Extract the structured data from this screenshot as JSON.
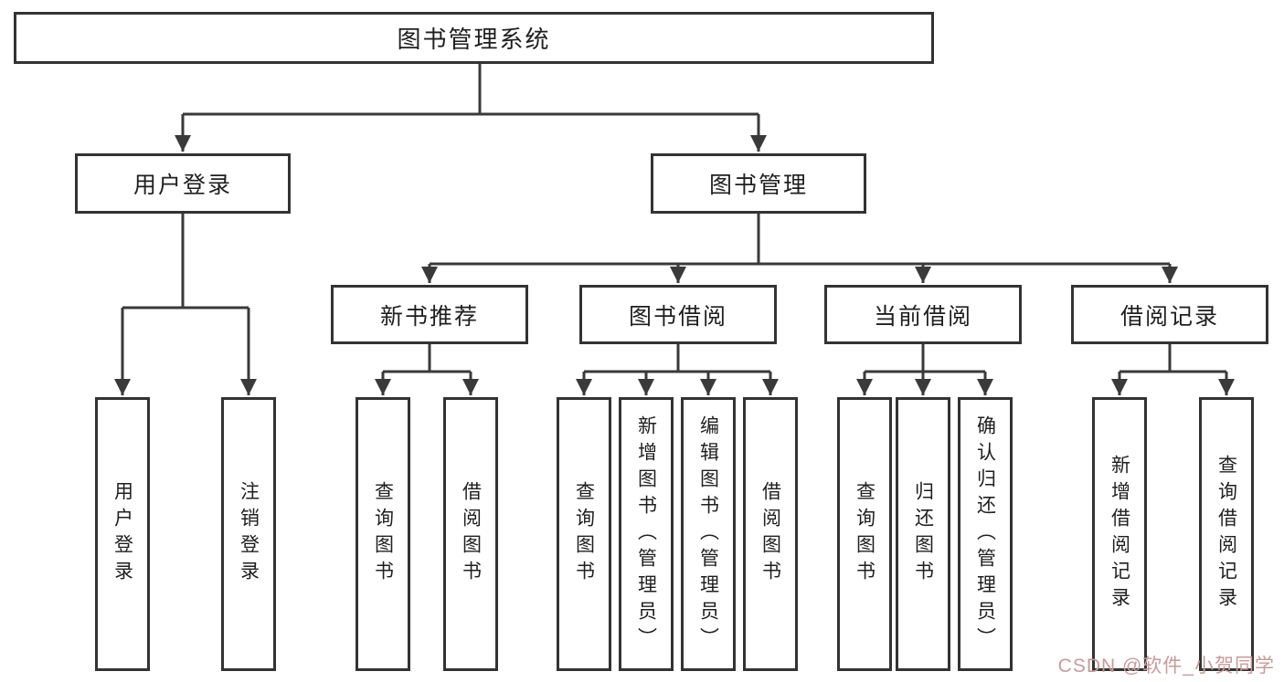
{
  "diagram": {
    "title": "图书管理系统",
    "colors": {
      "line": "#3a3a3a",
      "box_border": "#333333",
      "text": "#1f1f1f",
      "background": "#ffffff",
      "watermark": "#c99a9a"
    },
    "nodes": {
      "root": "图书管理系统",
      "userLogin": "用户登录",
      "bookMgmt": "图书管理",
      "newRec": "新书推荐",
      "bookBorrow": "图书借阅",
      "currentBorrow": "当前借阅",
      "borrowRecords": "借阅记录",
      "leafUserLogin": "用户登录",
      "leafLogout": "注销登录",
      "leafRecQuery": "查询图书",
      "leafRecBorrow": "借阅图书",
      "leafBorrowQuery": "查询图书",
      "leafBorrowAdd": "新增图书（管理员）",
      "leafBorrowEdit": "编辑图书（管理员）",
      "leafBorrowBorrow": "借阅图书",
      "leafCurQuery": "查询图书",
      "leafCurReturn": "归还图书",
      "leafCurConfirm": "确认归还（管理员）",
      "leafRecordAdd": "新增借阅记录",
      "leafRecordQuery": "查询借阅记录"
    },
    "watermark": "CSDN @软件_小贺同学"
  }
}
